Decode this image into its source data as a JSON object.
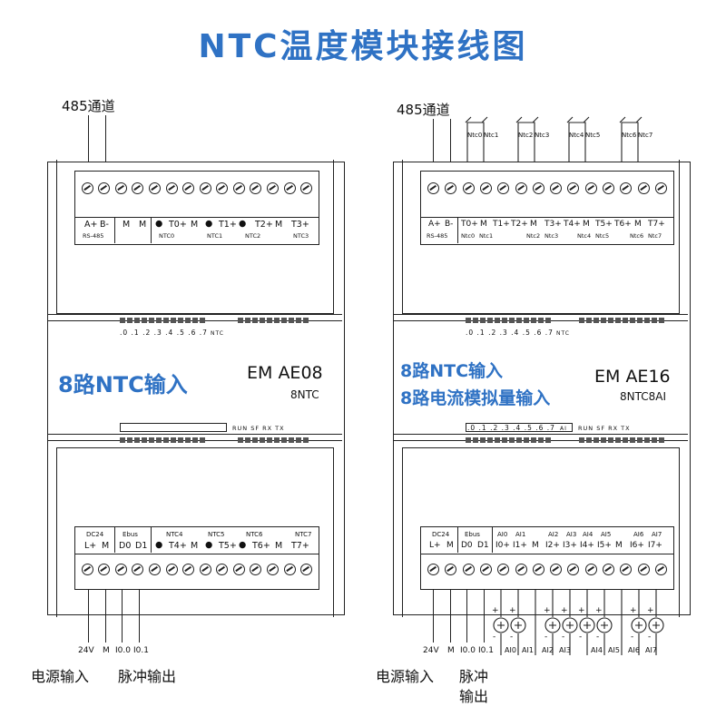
{
  "title": "NTC温度模块接线图",
  "left": {
    "channel_label": "485通道",
    "top_labels": {
      "a": "A+",
      "b": "B-",
      "rs": "RS-485",
      "m1": "M",
      "m2": "M",
      "t0": "T0+",
      "m3": "M",
      "t1": "T1+",
      "t2": "T2+",
      "m4": "M",
      "t3": "T3+",
      "ntc0": "NTC0",
      "ntc1": "NTC1",
      "ntc2": "NTC2",
      "ntc3": "NTC3"
    },
    "led_label": ".0 .1 .2 .3 .4 .5 .6 .7",
    "led_tag": "NTC",
    "desc": "8路NTC输入",
    "model": "EM   AE08",
    "model_sub": "8NTC",
    "status_label": "RUN SF RX TX",
    "bottom_labels": {
      "dc24": "DC24",
      "l": "L+",
      "m": "M",
      "ebus": "Ebus",
      "d0": "D0",
      "d1": "D1",
      "ntc4": "NTC4",
      "t4": "T4+",
      "m2": "M",
      "ntc5": "NTC5",
      "t5": "T5+",
      "ntc6": "NTC6",
      "t6": "T6+",
      "m3": "M",
      "ntc7": "NTC7",
      "t7": "T7+"
    },
    "wire_labels": [
      "24V",
      "M",
      "I0.0",
      "I0.1"
    ],
    "power_label": "电源输入",
    "pulse_label": "脉冲输出"
  },
  "right": {
    "channel_label": "485通道",
    "ntc_sensors": [
      "Ntc0",
      "Ntc1",
      "Ntc2",
      "Ntc3",
      "Ntc4",
      "Ntc5",
      "Ntc6",
      "Ntc7"
    ],
    "top_labels": {
      "a": "A+",
      "b": "B-",
      "rs": "RS-485",
      "t0": "T0+",
      "m1": "M",
      "t1": "T1+",
      "t2": "T2+",
      "m2": "M",
      "t3": "T3+",
      "t4": "T4+",
      "m3": "M",
      "t5": "T5+",
      "t6": "T6+",
      "m4": "M",
      "t7": "T7+",
      "n0": "Ntc0",
      "n1": "Ntc1",
      "n2": "Ntc2",
      "n3": "Ntc3",
      "n4": "Ntc4",
      "n5": "Ntc5",
      "n6": "Ntc6",
      "n7": "Ntc7"
    },
    "led_label": ".0 .1 .2 .3 .4 .5 .6 .7",
    "led_tag": "NTC",
    "desc1": "8路NTC输入",
    "desc2": "8路电流模拟量输入",
    "model": "EM  AE16",
    "model_sub": "8NTC8AI",
    "led_label2": ".0 .1 .2 .3 .4 .5 .6 .7",
    "led_tag2": "AI",
    "status_label": "RUN SF RX TX",
    "bottom_labels": {
      "dc24": "DC24",
      "l": "L+",
      "m": "M",
      "ebus": "Ebus",
      "d0": "D0",
      "d1": "D1",
      "ai0": "AI0",
      "i0": "I0+",
      "ai1": "AI1",
      "i1": "I1+",
      "m2": "M",
      "ai2": "AI2",
      "i2": "I2+",
      "ai3": "AI3",
      "i3": "I3+",
      "ai4": "AI4",
      "i4": "I4+",
      "ai5": "AI5",
      "i5": "I5+",
      "m3": "M",
      "ai6": "AI6",
      "i6": "I6+",
      "ai7": "AI7",
      "i7": "I7+"
    },
    "wire_labels": [
      "24V",
      "M",
      "I0.0",
      "I0.1"
    ],
    "ai_sources": [
      "AI0",
      "AI1",
      "AI2",
      "AI3",
      "AI4",
      "AI5",
      "AI6",
      "AI7"
    ],
    "plus": "+",
    "minus": "-",
    "power_label": "电源输入",
    "pulse_label": "脉冲",
    "pulse_label2": "输出"
  }
}
